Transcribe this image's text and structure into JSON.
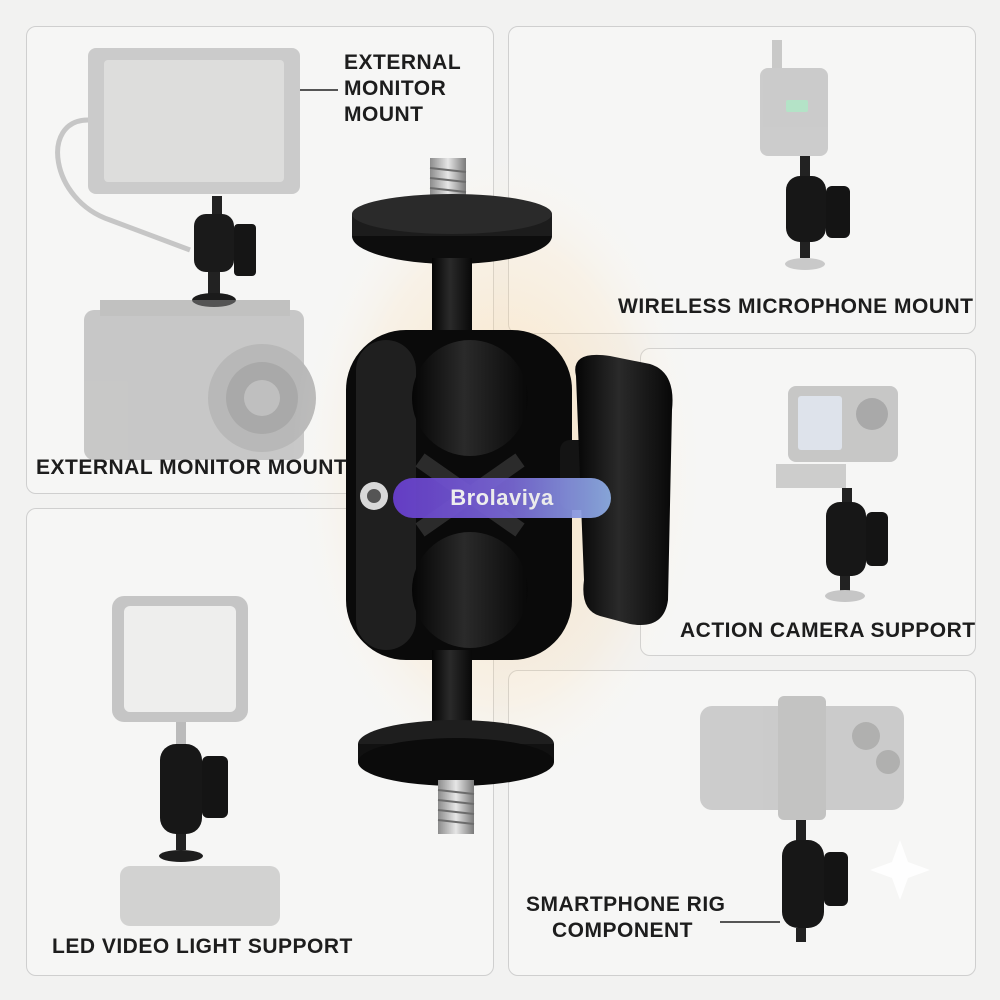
{
  "labels": {
    "top_left_callout": [
      "EXTERNAL",
      "MONITOR",
      "MOUNT"
    ],
    "top_left_bottom": "EXTERNAL MONITOR MOUNT",
    "top_right": "WIRELESS MICROPHONE MOUNT",
    "mid_right": "ACTION CAMERA SUPPORT",
    "bottom_left": "LED VIDEO LIGHT SUPPORT",
    "bottom_right": [
      "SMARTPHONE RIG",
      "COMPONENT"
    ]
  },
  "watermark": "Brolaviya",
  "colors": {
    "background": "#f2f2f1",
    "panel_border": "#cfcfcf",
    "label_text": "#1d1d1d",
    "mount_black": "#111111",
    "faded_device": "#bdbdbd"
  }
}
